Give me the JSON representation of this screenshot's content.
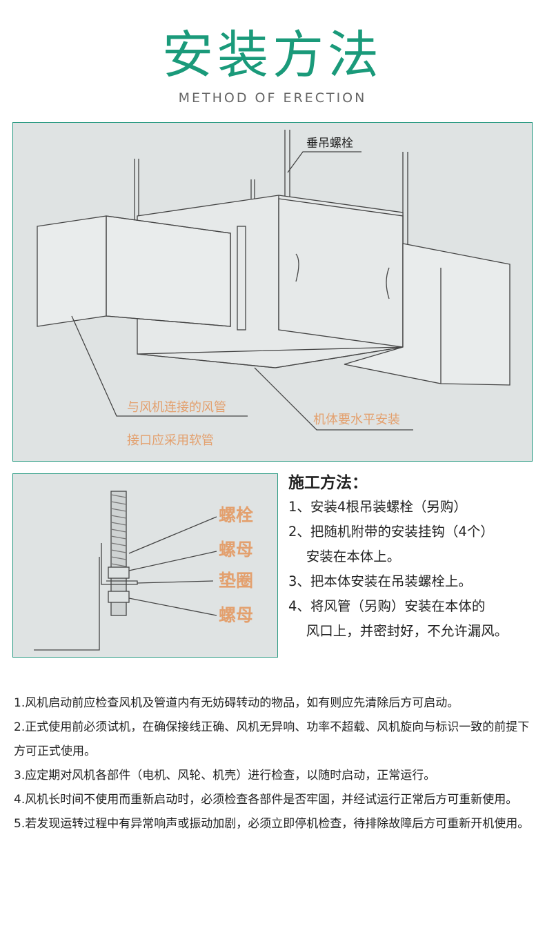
{
  "header": {
    "title": "安装方法",
    "subtitle": "METHOD OF ERECTION"
  },
  "diagram1": {
    "labels": {
      "bolt": "垂吊螺栓",
      "duct1": "与风机连接的风管",
      "duct2": "接口应采用软管",
      "level": "机体要水平安装"
    }
  },
  "diagram2": {
    "labels": [
      "螺栓",
      "螺母",
      "垫圈",
      "螺母"
    ]
  },
  "steps": {
    "heading": "施工方法：",
    "items": [
      "1、安装4根吊装螺栓（另购）",
      "2、把随机附带的安装挂钩（4个）",
      "　 安装在本体上。",
      "3、把本体安装在吊装螺栓上。",
      "4、将风管（另购）安装在本体的",
      "　 风口上，并密封好，不允许漏风。"
    ]
  },
  "notes": [
    "1.风机启动前应检查风机及管道内有无妨碍转动的物品，如有则应先清除后方可启动。",
    "2.正式使用前必须试机，在确保接线正确、风机无异响、功率不超载、风机旋向与标识一致的前提下方可正式使用。",
    "3.应定期对风机各部件（电机、风轮、机壳）进行检查，以随时启动，正常运行。",
    "4.风机长时间不使用而重新启动时，必须检查各部件是否牢固，并经试运行正常后方可重新使用。",
    "5.若发现运转过程中有异常响声或振动加剧，必须立即停机检查，待排除故障后方可重新开机使用。"
  ],
  "colors": {
    "accent": "#1a9a7a",
    "label": "#e3a06e",
    "panel": "#dfe3e3"
  }
}
